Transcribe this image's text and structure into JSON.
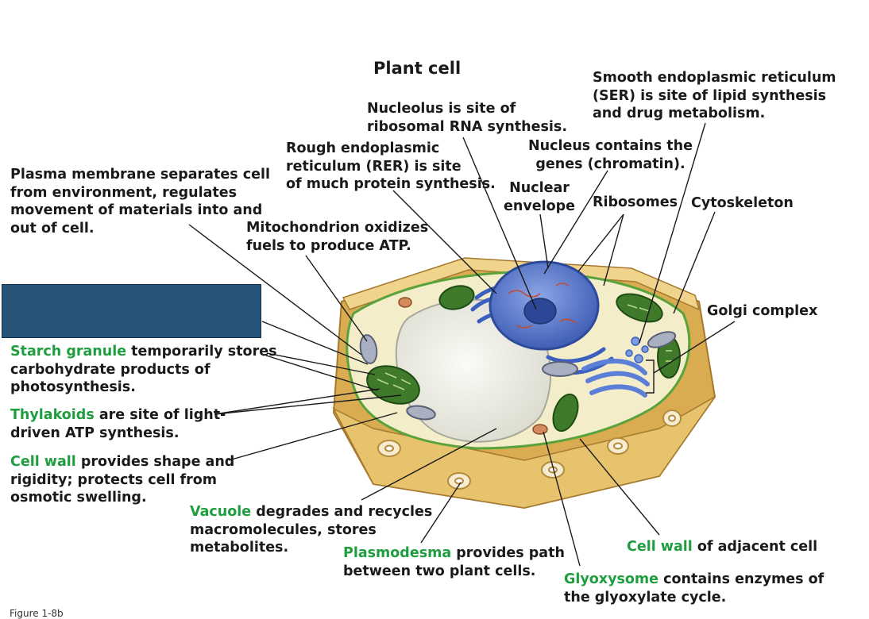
{
  "title": "Plant cell",
  "labels": {
    "ser": "Smooth endoplasmic reticulum\n(SER) is site of lipid synthesis\nand drug metabolism.",
    "nucleolus": "Nucleolus is site of\nribosomal RNA synthesis.",
    "nucleus": "Nucleus contains the\ngenes (chromatin).",
    "rer": "Rough endoplasmic\nreticulum (RER) is site\nof much protein synthesis.",
    "plasma_membrane": "Plasma membrane separates cell\nfrom environment, regulates\nmovement of materials into and\nout of cell.",
    "nuclear_envelope": "Nuclear\nenvelope",
    "ribosomes": "Ribosomes",
    "cytoskeleton": "Cytoskeleton",
    "mitochondrion": "Mitochondrion oxidizes\nfuels to produce ATP.",
    "golgi": "Golgi complex",
    "starch_term": "Starch granule",
    "starch_rest": " temporarily stores\ncarbohydrate products of\nphotosynthesis.",
    "thylakoids_term": "Thylakoids",
    "thylakoids_rest": " are site of light-\ndriven ATP synthesis.",
    "cellwall_term": "Cell wall",
    "cellwall_rest": " provides shape and\nrigidity; protects cell from\nosmotic swelling.",
    "vacuole_term": "Vacuole",
    "vacuole_rest": " degrades and recycles\nmacromolecules, stores\nmetabolites.",
    "plasmodesma_term": "Plasmodesma",
    "plasmodesma_rest": " provides path\nbetween two plant cells.",
    "adjcellwall_term": "Cell wall",
    "adjcellwall_rest": " of adjacent cell",
    "glyoxysome_term": "Glyoxysome",
    "glyoxysome_rest": " contains enzymes of\nthe glyoxylate cycle."
  },
  "figure_caption": "Figure 1-8b",
  "colors": {
    "highlight_term": "#1f9e3f",
    "cell_wall": "#e8c36e",
    "cytoplasm": "#f2ecc8",
    "vacuole": "#eeeee6",
    "chloroplast": "#3f7a2a",
    "nucleus": "#5a78c9",
    "redaction_box": "#255478"
  }
}
